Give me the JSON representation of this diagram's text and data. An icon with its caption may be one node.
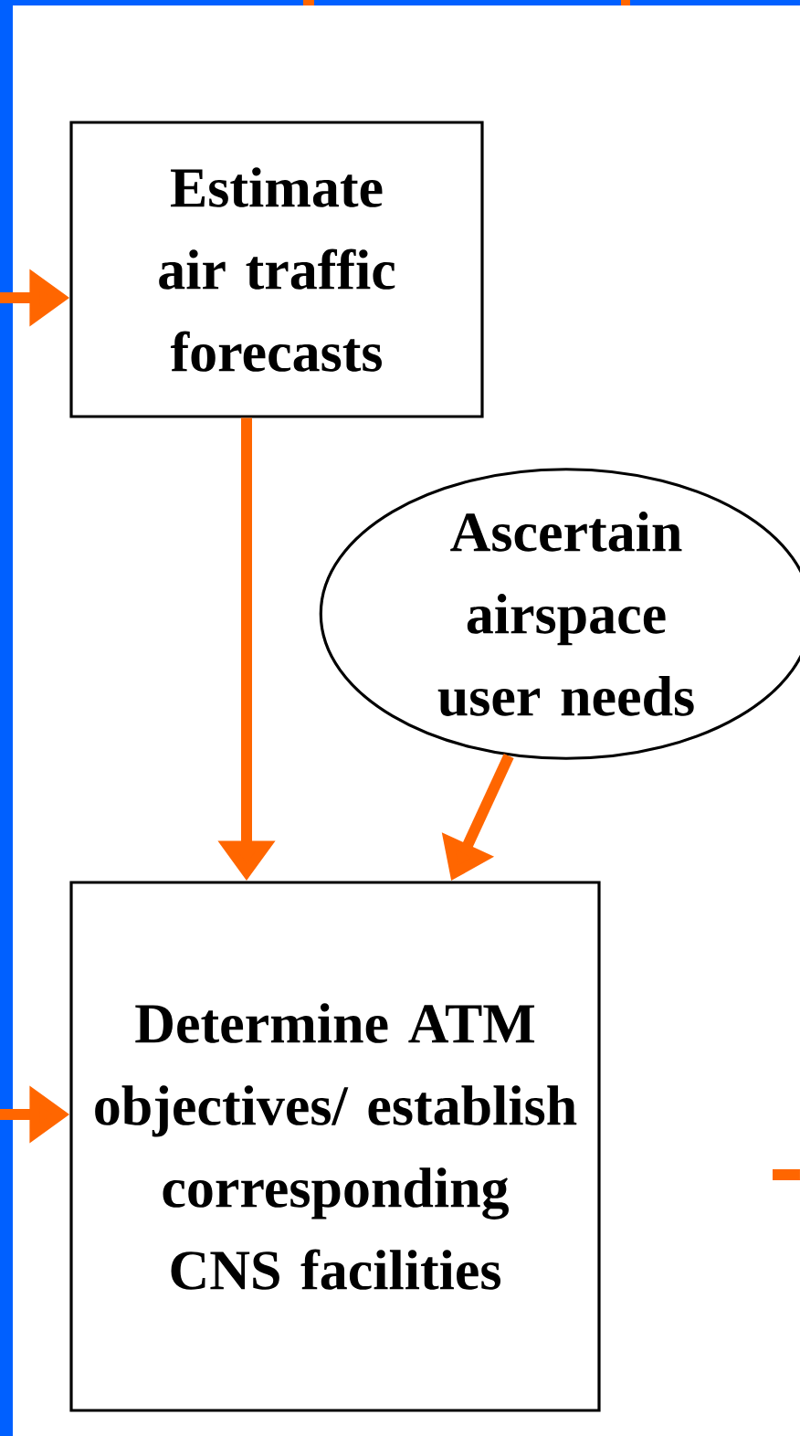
{
  "diagram": {
    "nodes": [
      {
        "text": [
          "Estimate air traffic forecasts"
        ]
      },
      {
        "text": [
          "Ascertain airspace user needs"
        ]
      },
      {
        "text": [
          "Determine ATM objectives/ establish corresponding CNS facilities"
        ]
      }
    ],
    "edges": [
      {
        "from": null,
        "to": 0,
        "arrow": "to"
      },
      {
        "from": 0,
        "to": 2,
        "arrow": "to"
      },
      {
        "from": 1,
        "to": 2,
        "arrow": "to"
      },
      {
        "from": null,
        "to": 2,
        "arrow": "to"
      }
    ]
  }
}
